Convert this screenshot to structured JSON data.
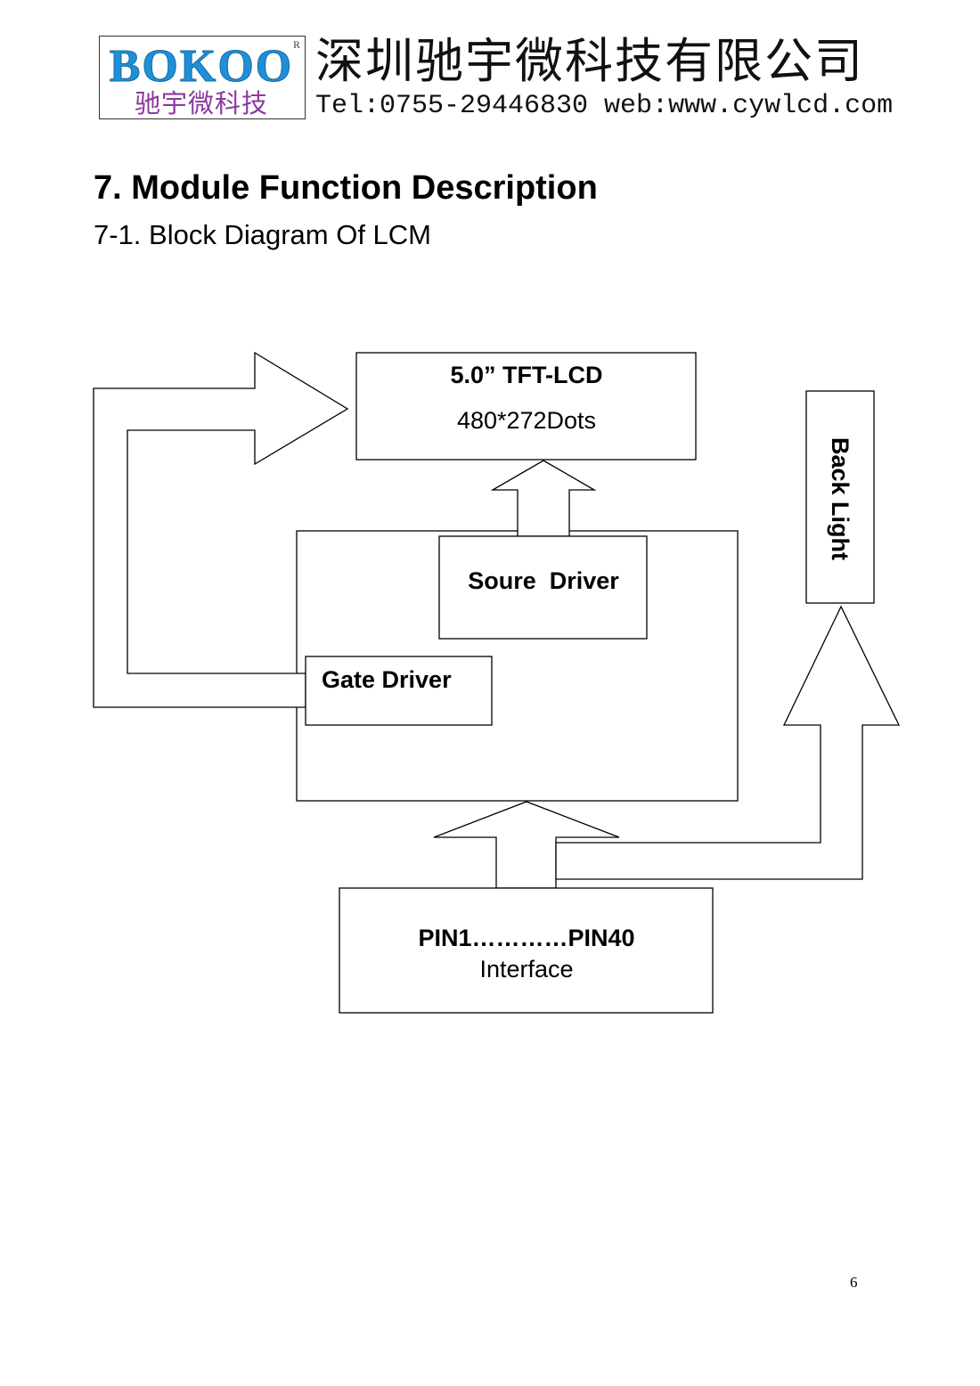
{
  "header": {
    "logo_main": "BOKOO",
    "logo_chinese": "驰宇微科技",
    "logo_registered_mark": "R",
    "company_name": "深圳驰宇微科技有限公司",
    "contact": "Tel:0755-29446830 web:www.cywlcd.com",
    "brand_colors": {
      "logo_blue": "#1f8fd8",
      "logo_purple": "#8a3a9e"
    }
  },
  "section_title": "7. Module Function Description",
  "subsection_title": "7-1. Block Diagram Of LCM",
  "diagram": {
    "lcd": {
      "line1": "5.0” TFT-LCD",
      "line2": "480*272Dots"
    },
    "source_driver": "Soure  Driver",
    "gate_driver": "Gate Driver",
    "backlight": "Back Light",
    "interface": {
      "line1": "PIN1…………PIN40",
      "line2": "Interface"
    }
  },
  "page_number": "6"
}
